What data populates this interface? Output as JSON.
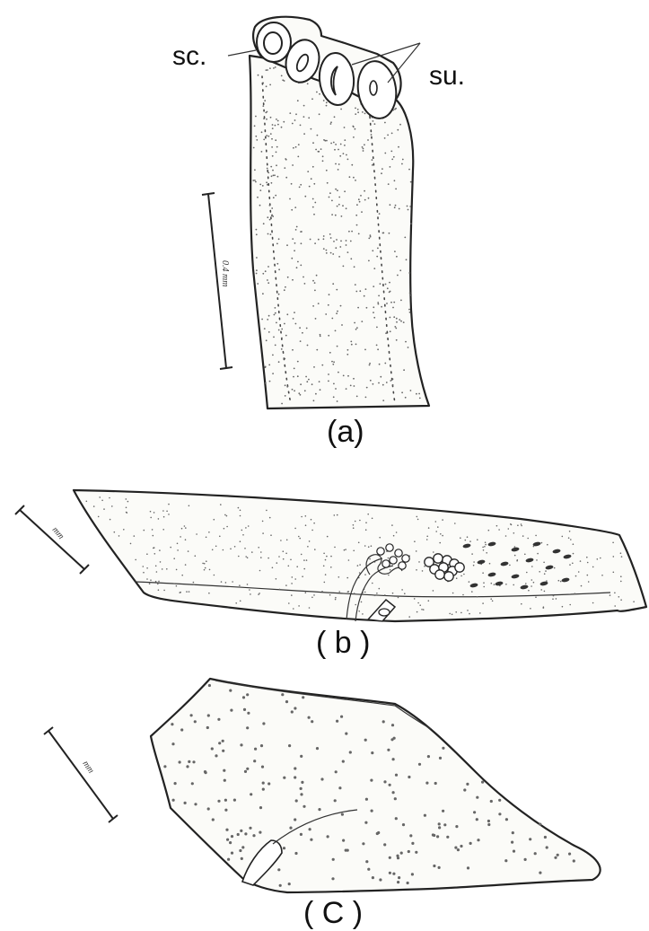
{
  "labels": {
    "scolex": "sc.",
    "suckers": "su.",
    "panel_a": "(a)",
    "panel_b": "( b )",
    "panel_c": "( C )"
  },
  "scale_bars": {
    "a": "0.4 mm",
    "b": "mm",
    "c": "mm"
  },
  "colors": {
    "line": "#222222",
    "fill": "#fbfbf8",
    "background": "#ffffff"
  }
}
